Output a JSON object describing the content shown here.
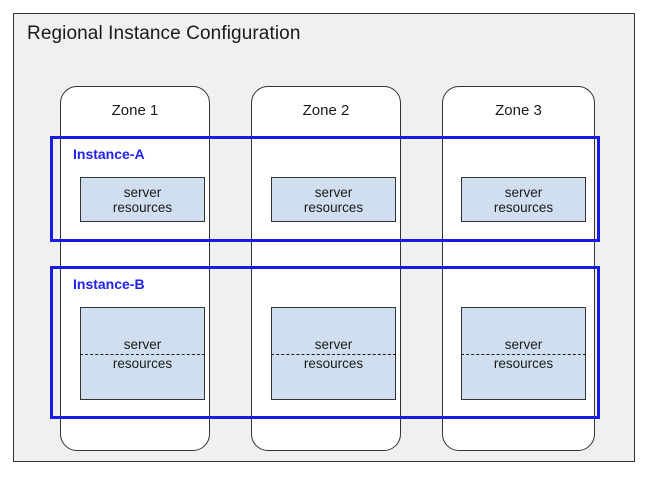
{
  "region": {
    "title": "Regional Instance Configuration",
    "background_color": "#f0f0f0",
    "border_color": "#333333"
  },
  "zones": [
    {
      "label": "Zone 1"
    },
    {
      "label": "Zone 2"
    },
    {
      "label": "Zone 3"
    }
  ],
  "instances": [
    {
      "label": "Instance-A",
      "color": "#2222e8",
      "resource_style": "solid",
      "resources": [
        {
          "line1": "server",
          "line2": "resources"
        },
        {
          "line1": "server",
          "line2": "resources"
        },
        {
          "line1": "server",
          "line2": "resources"
        }
      ]
    },
    {
      "label": "Instance-B",
      "color": "#2222e8",
      "resource_style": "split-dashed",
      "resources": [
        {
          "line1": "server",
          "line2": "resources"
        },
        {
          "line1": "server",
          "line2": "resources"
        },
        {
          "line1": "server",
          "line2": "resources"
        }
      ]
    }
  ],
  "colors": {
    "resource_fill": "#cfdff0",
    "resource_border": "#333333",
    "instance_border": "#1a1ae6",
    "text": "#1a1a1a",
    "card_fill": "#ffffff"
  }
}
